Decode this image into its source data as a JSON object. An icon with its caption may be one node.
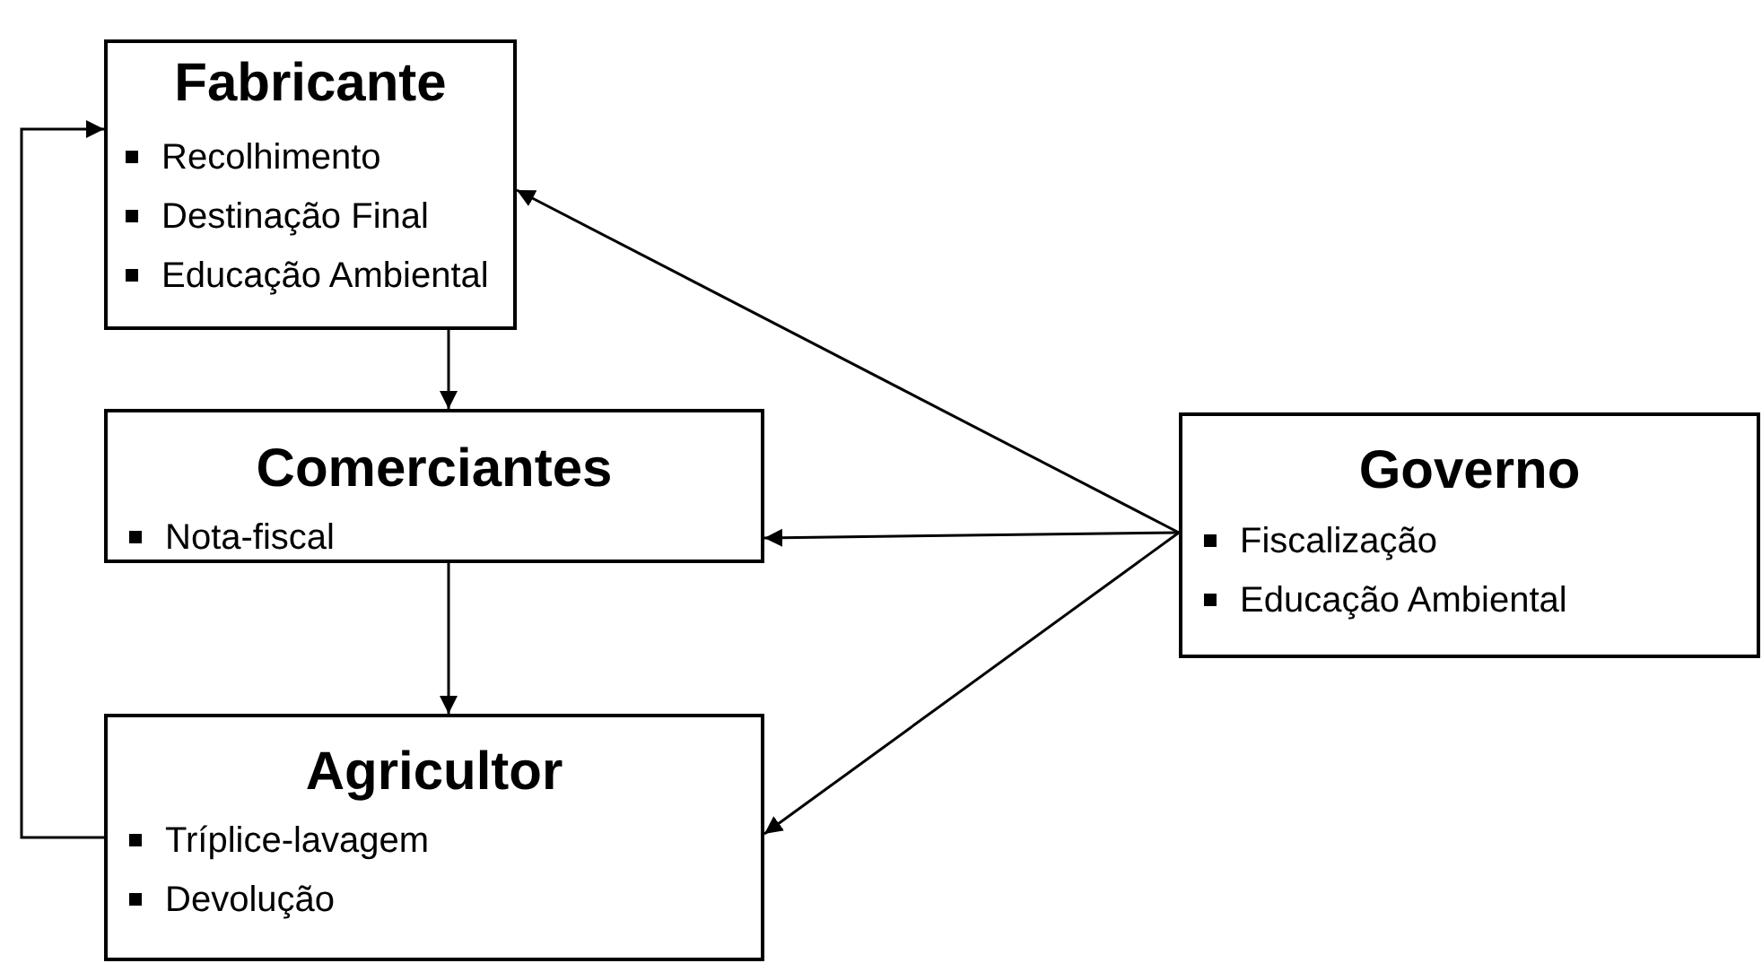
{
  "diagram": {
    "nodes": [
      {
        "text": [
          "Fabricante",
          "Recolhimento",
          "Destinação Final",
          "Educação Ambiental"
        ]
      },
      {
        "text": [
          "Comerciantes",
          "Nota-fiscal"
        ]
      },
      {
        "text": [
          "Agricultor",
          "Tríplice-lavagem",
          "Devolução"
        ]
      },
      {
        "text": [
          "Governo",
          "Fiscalização",
          "Educação Ambiental"
        ]
      }
    ],
    "edges": [
      {
        "from": 0,
        "to": 1,
        "arrow": "to"
      },
      {
        "from": 1,
        "to": 2,
        "arrow": "to"
      },
      {
        "from": 2,
        "to": 0,
        "arrow": "to"
      },
      {
        "from": 3,
        "to": 0,
        "arrow": "to"
      },
      {
        "from": 3,
        "to": 1,
        "arrow": "to"
      },
      {
        "from": 3,
        "to": 2,
        "arrow": "to"
      }
    ]
  }
}
